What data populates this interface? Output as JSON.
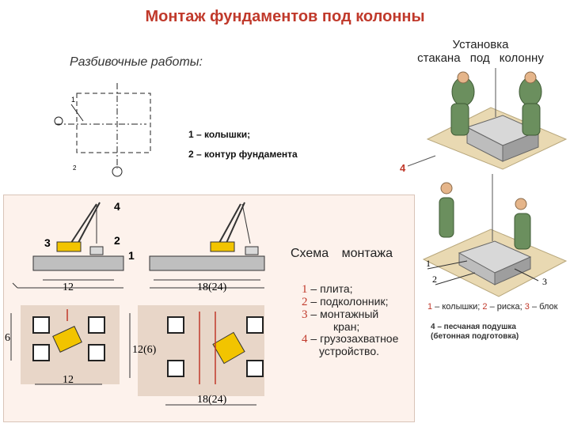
{
  "title": "Монтаж фундаментов под колонны",
  "layout_works": {
    "heading": "Разбивочные работы:",
    "items": [
      "1 – колышки;",
      "2 – контур фундамента"
    ],
    "mark_1": "1",
    "mark_2": "2"
  },
  "photo_caption": {
    "line1": "Установка",
    "line2": "стакана под колонну"
  },
  "marker_4": "4",
  "scheme": {
    "title": "Схема монтажа",
    "legend": [
      {
        "num": "1",
        "text": " – плита;"
      },
      {
        "num": "2",
        "text": " – подколонник;"
      },
      {
        "num": "3",
        "text": " – монтажный"
      },
      {
        "num": "",
        "text": "кран;"
      },
      {
        "num": "4",
        "text": " – грузозахватное"
      },
      {
        "num": "",
        "text": "устройство."
      }
    ],
    "dims": {
      "d12_top": "12",
      "d18_top": "18(24)",
      "d12_bottom": "12",
      "d18_bottom": "18(24)",
      "d6": "6",
      "d12_6": "12(6)"
    },
    "crane_labels": {
      "l1": "1",
      "l2": "2",
      "l3": "3",
      "l4": "4"
    }
  },
  "fig_right": {
    "labels": {
      "l1": "1",
      "l2": "2",
      "l3": "3"
    },
    "caption1": [
      {
        "num": "1",
        "text": " – колышки; "
      },
      {
        "num": "2",
        "text": " – риска; "
      },
      {
        "num": "3",
        "text": " – блок"
      }
    ],
    "caption2_line1": "4 – песчаная подушка",
    "caption2_line2": "(бетонная подготовка)"
  }
}
